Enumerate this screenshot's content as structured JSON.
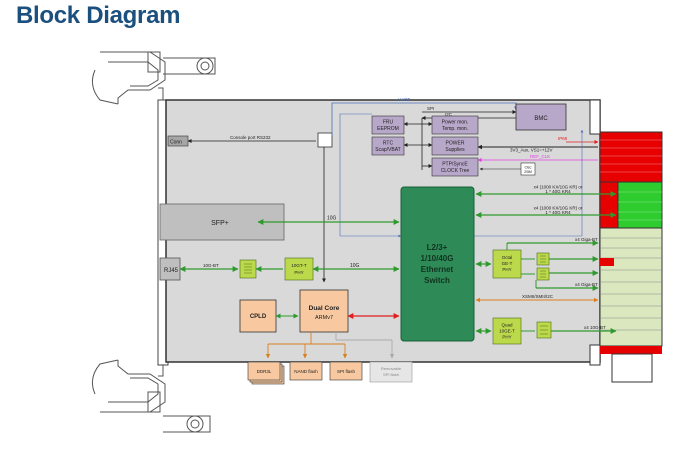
{
  "title": "Block Diagram",
  "labels": {
    "conn": "Conn",
    "console_port": "Console port RS232",
    "uart": "UART",
    "spi": "SPI",
    "i2c": "I2C",
    "bmc": "BMC",
    "fru": "FRU",
    "eeprom": "EEPROM",
    "power_mon_1": "Power mon.",
    "power_mon_2": "Temp. mon.",
    "rtc": "RTC",
    "scap": "Scap/VBAT",
    "power_1": "POWER",
    "power_2": "Supplies",
    "ptp_1": "PTP/SyncE",
    "ptp_2": "CLOCK Tree",
    "ipmi": "IPMI",
    "power_rail": "3V3_Aux, VS1=+12V",
    "ref_clk": "REF_CLK",
    "osc_1": "Osc",
    "osc_2": "25M",
    "sfp": "SFP+",
    "tenG": "10G",
    "tenG_2": "10G",
    "tenG_bt": "10G-BT",
    "rj45": "RJ45",
    "phy_10g_1": "10GT-T",
    "phy_10g_2": "PHY",
    "switch_1": "L2/3+",
    "switch_2": "1/10/40G",
    "switch_3": "Ethernet",
    "switch_4": "Switch",
    "x4_kr_1a": "x4 (1000 KX/10G KR) or",
    "x4_kr_1b": "1 * 40G KR4",
    "x4_kr_2a": "x4 (1000 KX/10G KR) or",
    "x4_kr_2b": "1 * 40G KR4",
    "octal_1": "Octal",
    "octal_2": "GE-T",
    "octal_3": "PHY",
    "giga_bt_1": "x4 Giga-BT",
    "giga_bt_2": "x4 Giga-BT",
    "xsmii": "XSMII/SMII/I2C",
    "quad_1": "Quad",
    "quad_2": "10GE-T",
    "quad_3": "PHY",
    "x4_10g_bt": "x4 10G-BT",
    "cpld": "CPLD",
    "cpu_1": "Dual Core",
    "cpu_2": "ARMv7",
    "ddr": "DDR3L",
    "nand": "NAND flash",
    "spiflash": "SPI flash",
    "removable_1": "Removable",
    "removable_2": "SPI flash"
  },
  "colors": {
    "title": "#1a4f7e",
    "board": "#d9d9d9",
    "switch": "#2e8b57",
    "bmc": "#b7a7c9",
    "cpu": "#f8c9a0",
    "phy": "#bcd94b",
    "arrow_green": "#2e9a2e",
    "arrow_red": "#e02020",
    "arrow_blue": "#4a6fb5",
    "arrow_orange": "#d98020",
    "arrow_magenta": "#e040e0"
  }
}
